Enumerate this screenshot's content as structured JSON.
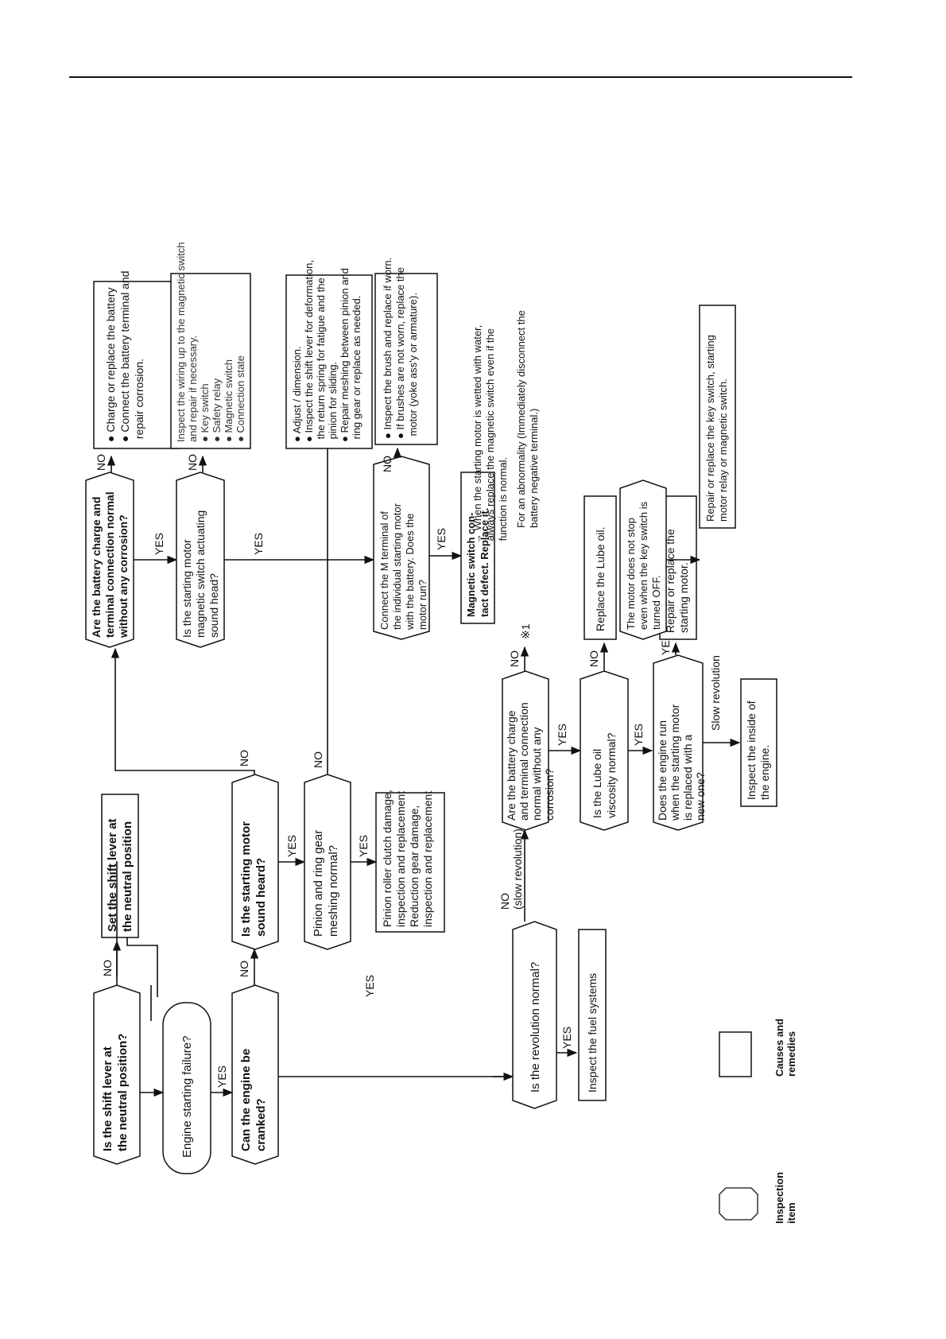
{
  "diagram": {
    "legend": {
      "inspection": [
        "Inspection",
        "item"
      ],
      "causes": [
        "Causes and",
        "remedies"
      ]
    },
    "nodes": {
      "q_shift": [
        "Is the shift lever at",
        "the neutral position?"
      ],
      "r_shift": [
        "Set the shift lever at",
        "the neutral position"
      ],
      "start": [
        "Engine starting failure?"
      ],
      "q_crank": [
        "Can the engine be",
        "cranked?"
      ],
      "q_sound": [
        "Is the starting motor",
        "sound heard?"
      ],
      "q_pinion": [
        "Pinion and ring gear",
        "meshing normal?"
      ],
      "r_pinion": [
        "Pinion roller clutch damage,",
        "inspection and replacement",
        "Reduction gear damage,",
        "inspection and replacement"
      ],
      "q_batt1": [
        "Are the battery charge and",
        "terminal connection normal",
        "without any corrosion?"
      ],
      "r_batt1": [
        "● Charge or replace the battery",
        "● Connect the battery terminal and",
        "    repair corrosion."
      ],
      "q_magsw": [
        "Is the starting motor",
        "magnetic switch actuating",
        "sound head?"
      ],
      "r_wiring": [
        "Inspect the wiring up to the magnetic switch",
        "and repair if necessary.",
        "● Key switch",
        "● Safety relay",
        "● Magnetic switch",
        "● Connection state"
      ],
      "r_adjust": [
        "● Adjust / dimension.",
        "● Inspect the shift lever for deformation,",
        "   the return spring for fatigue and the",
        "   pinion for sliding.",
        "● Repair meshing between pinion and",
        "   ring gear or replace as needed."
      ],
      "q_mterm": [
        "Connect the M terminal of",
        "the individual starting motor",
        "with the battery.  Does the",
        "motor run?"
      ],
      "r_brush": [
        "● Inspect the brush and replace if worn.",
        "● If brushes are not worn, replace the",
        "   motor (yoke ass'y or armature)."
      ],
      "r_contact": [
        "Magnetic switch con-",
        "tact defect.  Replace it."
      ],
      "note_water": [
        "→  When the starting motor is wetted with water,",
        "     always replace the magnetic switch even if the",
        "     function is normal."
      ],
      "note_abn": [
        "For an abnormality (Immediately disconnect the",
        "battery negative terminal.)"
      ],
      "q_rev": [
        "Is the revolution normal?"
      ],
      "r_fuel": [
        "Inspect the fuel systems"
      ],
      "q_batt2": [
        "Are the battery charge",
        "and terminal connection",
        "normal without any",
        "corrosion?"
      ],
      "ref1": [
        "※1"
      ],
      "q_lube": [
        "Is the Lube oil",
        "viscosity normal?"
      ],
      "r_lube": [
        "Replace the Lube oil."
      ],
      "q_engrun": [
        "Does the engine run",
        "when the starting motor",
        "is replaced with a",
        "new one?"
      ],
      "r_repair": [
        "Repair or replace the",
        "starting motor."
      ],
      "r_inside": [
        "Inspect the inside of",
        "the engine."
      ],
      "q_nostop": [
        "The motor does not stop",
        "even when the key switch is",
        "turned OFF."
      ],
      "r_keysw": [
        "Repair or replace the key switch, starting",
        "motor relay or magnetic switch."
      ]
    },
    "edge_labels": {
      "no_shift": "NO",
      "yes_start": "YES",
      "no_crank": "NO",
      "yes_crank": "YES",
      "no_sound": "NO",
      "yes_sound": "YES",
      "no_pinion": "NO",
      "yes_pinion": "YES",
      "no_batt1": "NO",
      "yes_batt1": "YES",
      "no_magsw": "NO",
      "yes_magsw": "YES",
      "no_mterm": "NO",
      "yes_mterm": "YES",
      "no_rev": [
        "NO",
        "(slow revolution)"
      ],
      "yes_rev": "YES",
      "no_batt2": "NO",
      "yes_batt2": "YES",
      "no_lube": "NO",
      "yes_lube": "YES",
      "yes_engrun": "YES",
      "slow_rev": "Slow revolution"
    }
  }
}
